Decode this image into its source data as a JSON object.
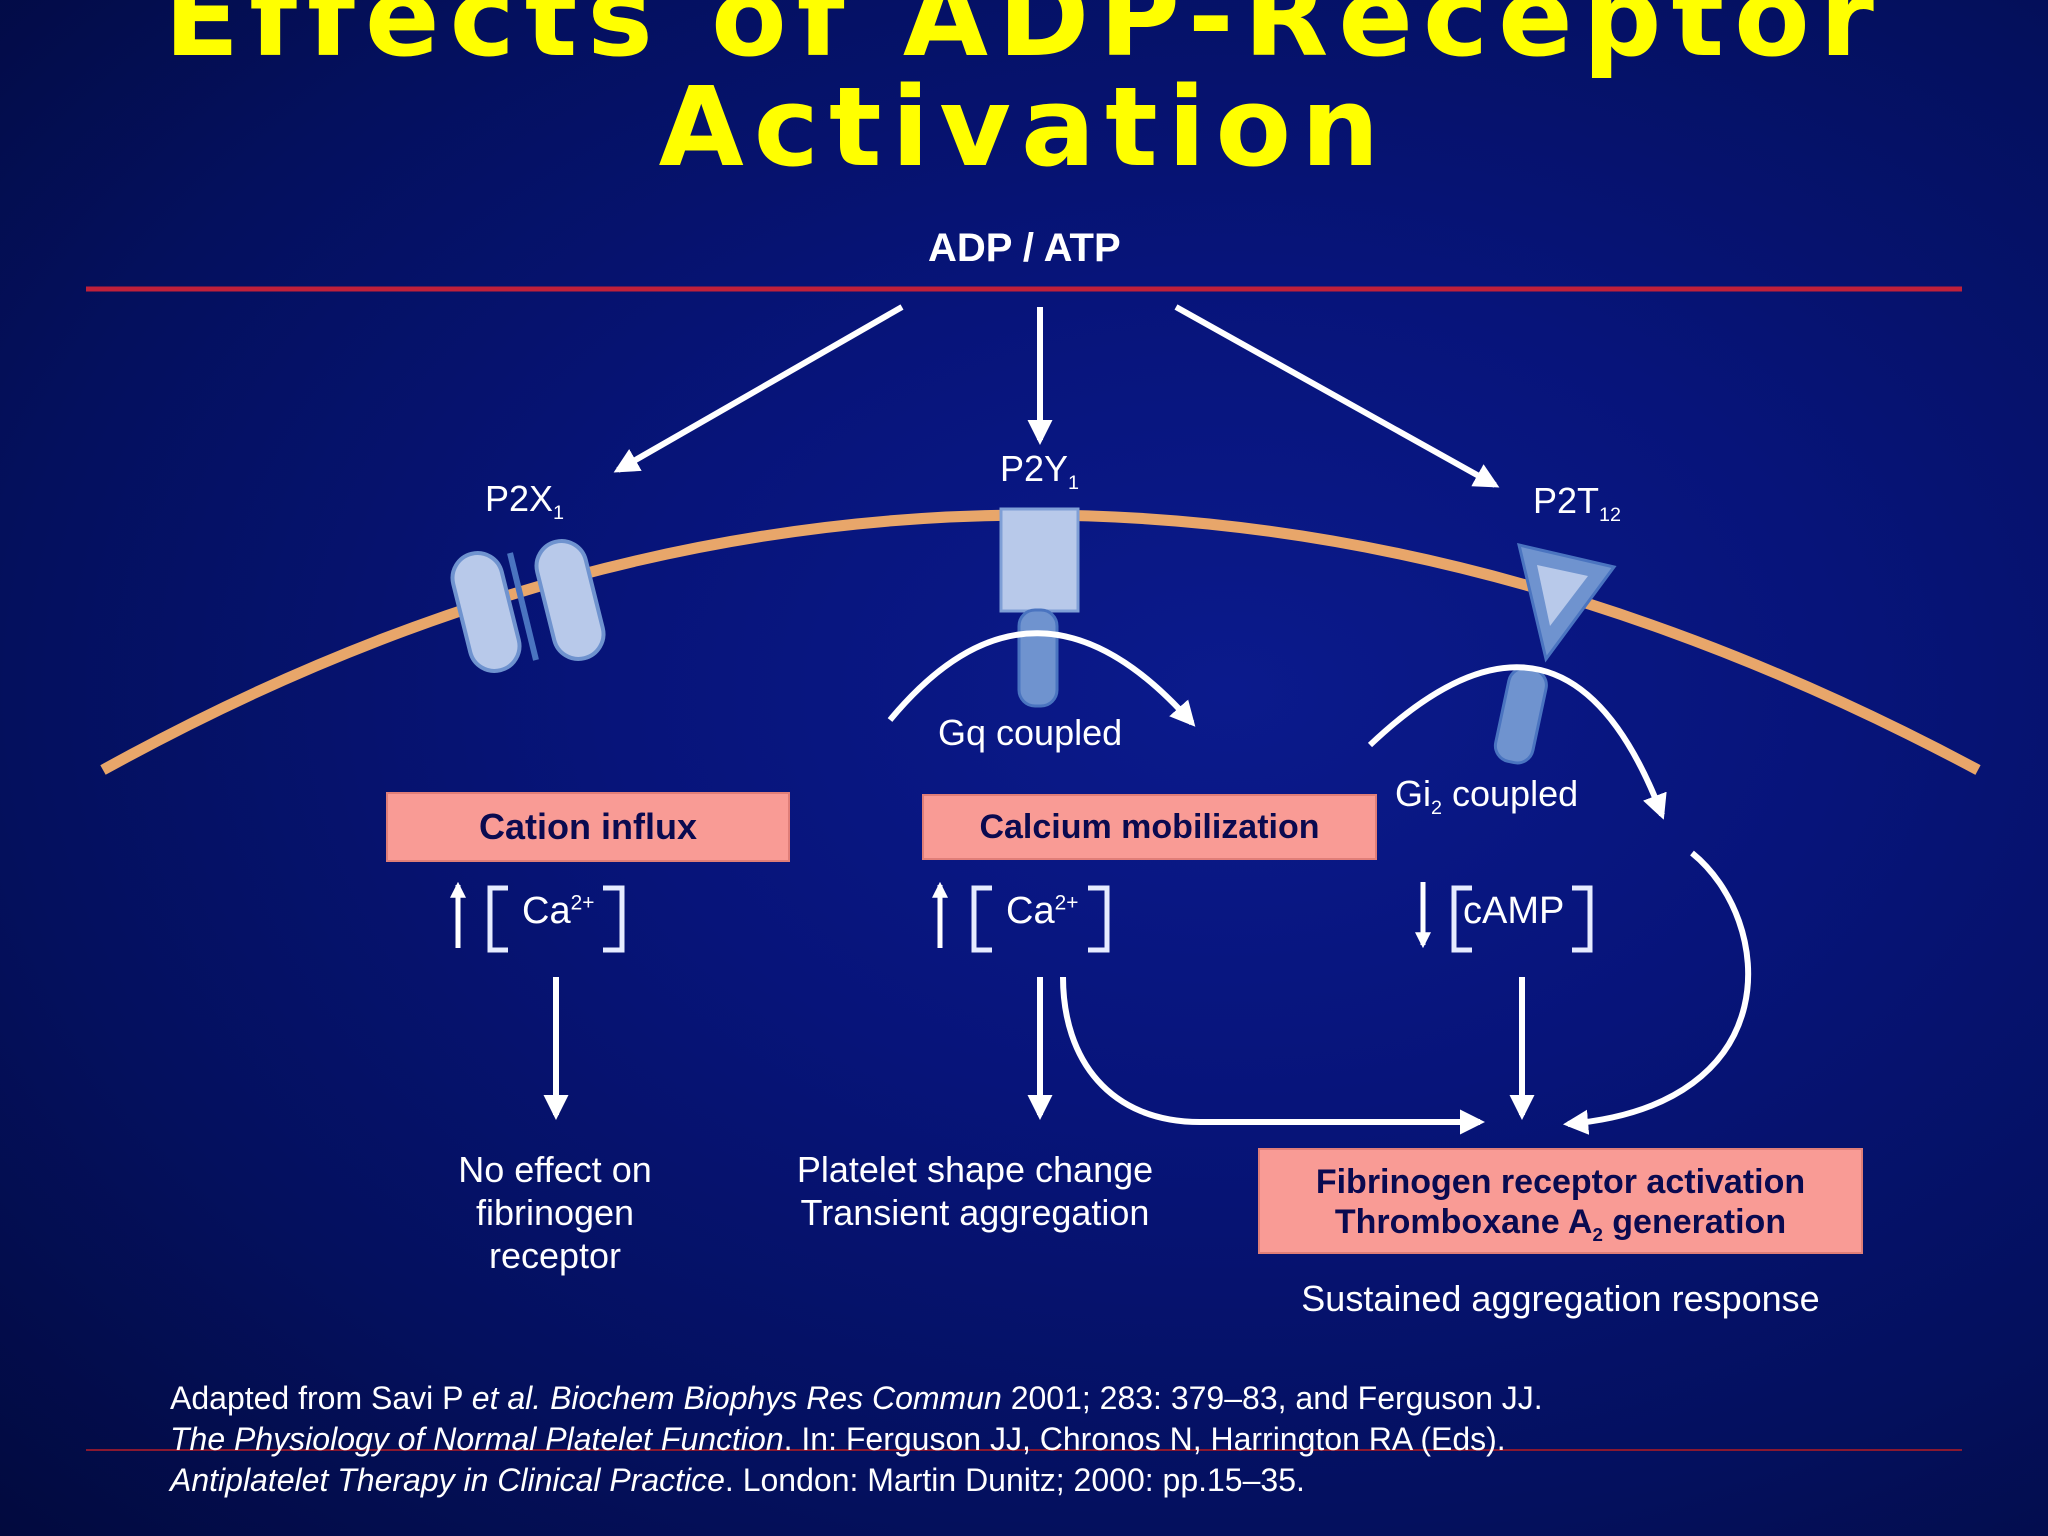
{
  "title": {
    "line1": "Effects of ADP-Receptor",
    "line2": "Activation"
  },
  "agonist": "ADP / ATP",
  "receptors": {
    "p2x1": {
      "base": "P2X",
      "sub": "1"
    },
    "p2y1": {
      "base": "P2Y",
      "sub": "1"
    },
    "p2t12": {
      "base": "P2T",
      "sub": "12"
    }
  },
  "coupling": {
    "gq": "Gq coupled",
    "gi_prefix": "Gi",
    "gi_sub": "2",
    "gi_suffix": " coupled"
  },
  "boxes": {
    "cation": "Cation influx",
    "calcium": "Calcium mobilization",
    "fibrinogen": "Fibrinogen receptor activation",
    "thromboxane_prefix": "Thromboxane A",
    "thromboxane_sub": "2",
    "thromboxane_suffix": " generation"
  },
  "messengers": {
    "ca_left": {
      "base": "Ca",
      "sup": "2+"
    },
    "ca_mid": {
      "base": "Ca",
      "sup": "2+"
    },
    "camp": "cAMP"
  },
  "outcomes": {
    "left": [
      "No effect on",
      "fibrinogen",
      "receptor"
    ],
    "mid": [
      "Platelet shape change",
      "Transient aggregation"
    ],
    "right": "Sustained aggregation response"
  },
  "reference": {
    "l1_a": "Adapted from Savi P ",
    "l1_b": "et al. Biochem Biophys Res Commun",
    "l1_c": " 2001; 283: 379–83, and Ferguson JJ.",
    "l2_a": "The Physiology of Normal Platelet Function",
    "l2_b": ". In: Ferguson JJ, Chronos N, Harrington RA (Eds).",
    "l3_a": "Antiplatelet Therapy in Clinical Practice",
    "l3_b": ". London: Martin Dunitz; 2000: pp.15–35."
  },
  "colors": {
    "title": "#ffff00",
    "membrane": "#e8a66a",
    "red_rule": "#c0203a",
    "box_fill": "#f99b95",
    "receptor_light": "#b8c9ea",
    "receptor_dark": "#6f93cf"
  }
}
